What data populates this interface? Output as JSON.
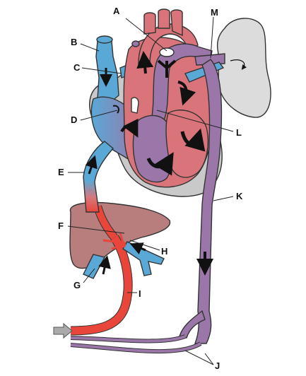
{
  "labels": {
    "A": "A",
    "B": "B",
    "C": "C",
    "D": "D",
    "E": "E",
    "F": "F",
    "G": "G",
    "H": "H",
    "I": "I",
    "J": "J",
    "K": "K",
    "L": "L",
    "M": "M"
  },
  "colors": {
    "oxygenated": "#e8463a",
    "mixed_red": "#d9757a",
    "deoxygenated": "#5aa8d6",
    "mixed_purple": "#9a77a8",
    "pericardium": "#c9c9c9",
    "lung": "#dcdcdc",
    "liver": "#b87d7d",
    "arrow": "#111111"
  },
  "icons": [
    "flow-arrow-icon",
    "inflow-arrow-icon"
  ]
}
